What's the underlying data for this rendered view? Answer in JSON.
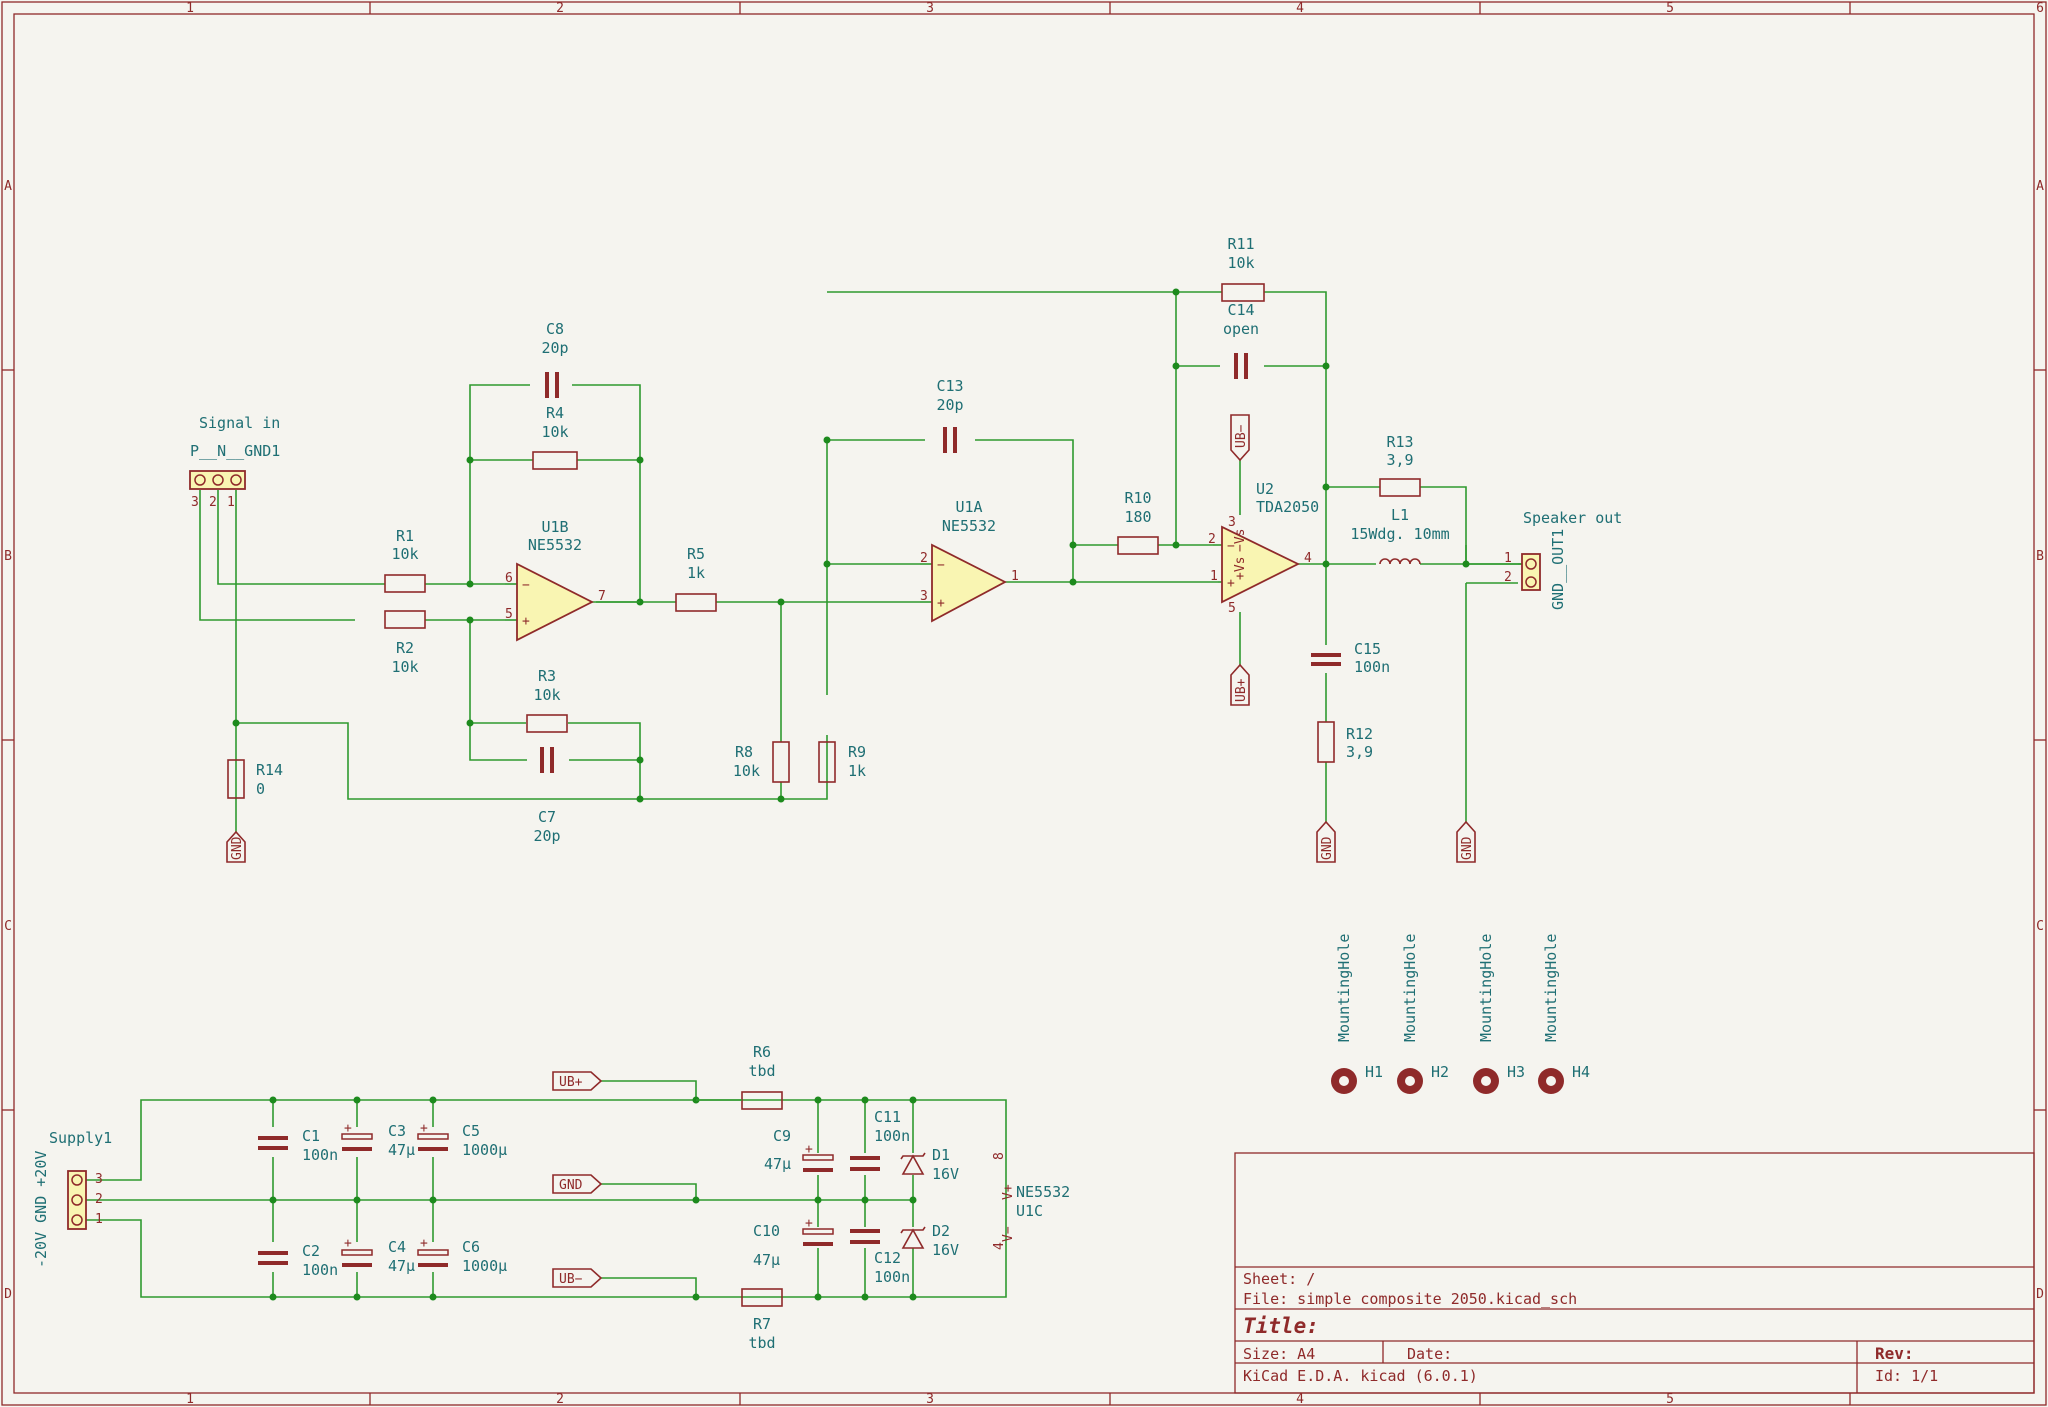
{
  "frame": {
    "columns": [
      "1",
      "2",
      "3",
      "4",
      "5",
      "6"
    ],
    "rows": [
      "A",
      "B",
      "C",
      "D"
    ]
  },
  "title_block": {
    "sheet": "Sheet: /",
    "file": "File: simple composite 2050.kicad_sch",
    "title": "Title:",
    "size": "Size: A4",
    "date": "Date:",
    "rev": "Rev:",
    "tool": "KiCad E.D.A.  kicad (6.0.1)",
    "id": "Id: 1/1"
  },
  "labels": {
    "signal_in": "Signal in",
    "signal_conn": "P__N__GND1",
    "speaker_out": "Speaker out",
    "speaker_conn": "GND__OUT1",
    "supply": "Supply1",
    "supply_pins": "-20V  GND  +20V"
  },
  "power_ports": {
    "ub_plus": "UB+",
    "ub_minus": "UB−",
    "gnd": "GND"
  },
  "components": {
    "R1": {
      "ref": "R1",
      "val": "10k"
    },
    "R2": {
      "ref": "R2",
      "val": "10k"
    },
    "R3": {
      "ref": "R3",
      "val": "10k"
    },
    "R4": {
      "ref": "R4",
      "val": "10k"
    },
    "R5": {
      "ref": "R5",
      "val": "1k"
    },
    "R6": {
      "ref": "R6",
      "val": "tbd"
    },
    "R7": {
      "ref": "R7",
      "val": "tbd"
    },
    "R8": {
      "ref": "R8",
      "val": "10k"
    },
    "R9": {
      "ref": "R9",
      "val": "1k"
    },
    "R10": {
      "ref": "R10",
      "val": "180"
    },
    "R11": {
      "ref": "R11",
      "val": "10k"
    },
    "R12": {
      "ref": "R12",
      "val": "3,9"
    },
    "R13": {
      "ref": "R13",
      "val": "3,9"
    },
    "R14": {
      "ref": "R14",
      "val": "0"
    },
    "C1": {
      "ref": "C1",
      "val": "100n"
    },
    "C2": {
      "ref": "C2",
      "val": "100n"
    },
    "C3": {
      "ref": "C3",
      "val": "47µ"
    },
    "C4": {
      "ref": "C4",
      "val": "47µ"
    },
    "C5": {
      "ref": "C5",
      "val": "1000µ"
    },
    "C6": {
      "ref": "C6",
      "val": "1000µ"
    },
    "C7": {
      "ref": "C7",
      "val": "20p"
    },
    "C8": {
      "ref": "C8",
      "val": "20p"
    },
    "C9": {
      "ref": "C9",
      "val": "47µ"
    },
    "C10": {
      "ref": "C10",
      "val": "47µ"
    },
    "C11": {
      "ref": "C11",
      "val": "100n"
    },
    "C12": {
      "ref": "C12",
      "val": "100n"
    },
    "C13": {
      "ref": "C13",
      "val": "20p"
    },
    "C14": {
      "ref": "C14",
      "val": "open"
    },
    "C15": {
      "ref": "C15",
      "val": "100n"
    },
    "D1": {
      "ref": "D1",
      "val": "16V"
    },
    "D2": {
      "ref": "D2",
      "val": "16V"
    },
    "L1": {
      "ref": "L1",
      "val": "15Wdg. 10mm"
    },
    "U1A": {
      "ref": "U1A",
      "val": "NE5532"
    },
    "U1B": {
      "ref": "U1B",
      "val": "NE5532"
    },
    "U1C": {
      "ref": "U1C",
      "val": "NE5532"
    },
    "U2": {
      "ref": "U2",
      "val": "TDA2050"
    }
  },
  "mounting_holes": [
    {
      "ref": "H1",
      "val": "MountingHole"
    },
    {
      "ref": "H2",
      "val": "MountingHole"
    },
    {
      "ref": "H3",
      "val": "MountingHole"
    },
    {
      "ref": "H4",
      "val": "MountingHole"
    }
  ],
  "pin_labels": {
    "minus": "−",
    "plus": "+",
    "vplus": "V+",
    "vminus": "V−",
    "vs_plus": "+Vs",
    "vs_minus": "−Vs"
  }
}
